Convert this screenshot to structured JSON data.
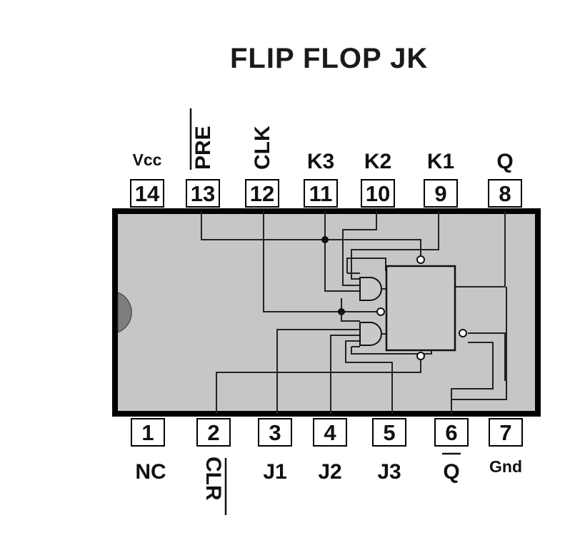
{
  "title": "FLIP FLOP JK",
  "top_pins": [
    {
      "number": "14",
      "label": "Vcc"
    },
    {
      "number": "13",
      "label": "PRE",
      "overbar": true
    },
    {
      "number": "12",
      "label": "CLK"
    },
    {
      "number": "11",
      "label": "K3"
    },
    {
      "number": "10",
      "label": "K2"
    },
    {
      "number": "9",
      "label": "K1"
    },
    {
      "number": "8",
      "label": "Q"
    }
  ],
  "bottom_pins": [
    {
      "number": "1",
      "label": "NC"
    },
    {
      "number": "2",
      "label": "CLR",
      "overbar": true
    },
    {
      "number": "3",
      "label": "J1"
    },
    {
      "number": "4",
      "label": "J2"
    },
    {
      "number": "5",
      "label": "J3"
    },
    {
      "number": "6",
      "label": "Q",
      "overbar": true
    },
    {
      "number": "7",
      "label": "Gnd"
    }
  ],
  "colors": {
    "chip_body": "#c6c6c6",
    "notch": "#7d7d7d",
    "flipflop_box": "#c9c9c9",
    "outline": "#000000"
  }
}
